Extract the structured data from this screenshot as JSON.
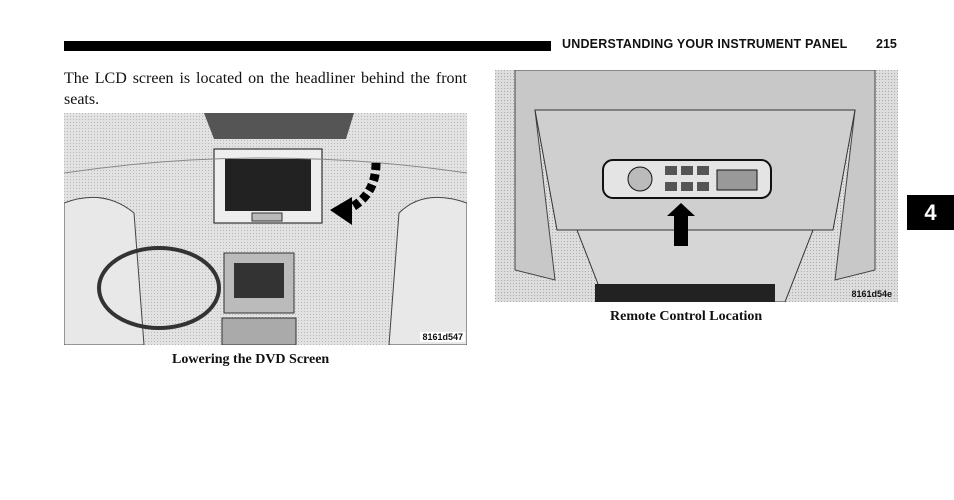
{
  "header": {
    "title": "UNDERSTANDING YOUR INSTRUMENT PANEL",
    "page_number": "215"
  },
  "body": {
    "intro": "The LCD screen is located on the headliner behind the front seats."
  },
  "figures": [
    {
      "code": "8161d547",
      "caption": "Lowering the DVD Screen"
    },
    {
      "code": "8161d54e",
      "caption": "Remote Control Location"
    }
  ],
  "chapter_tab": "4"
}
